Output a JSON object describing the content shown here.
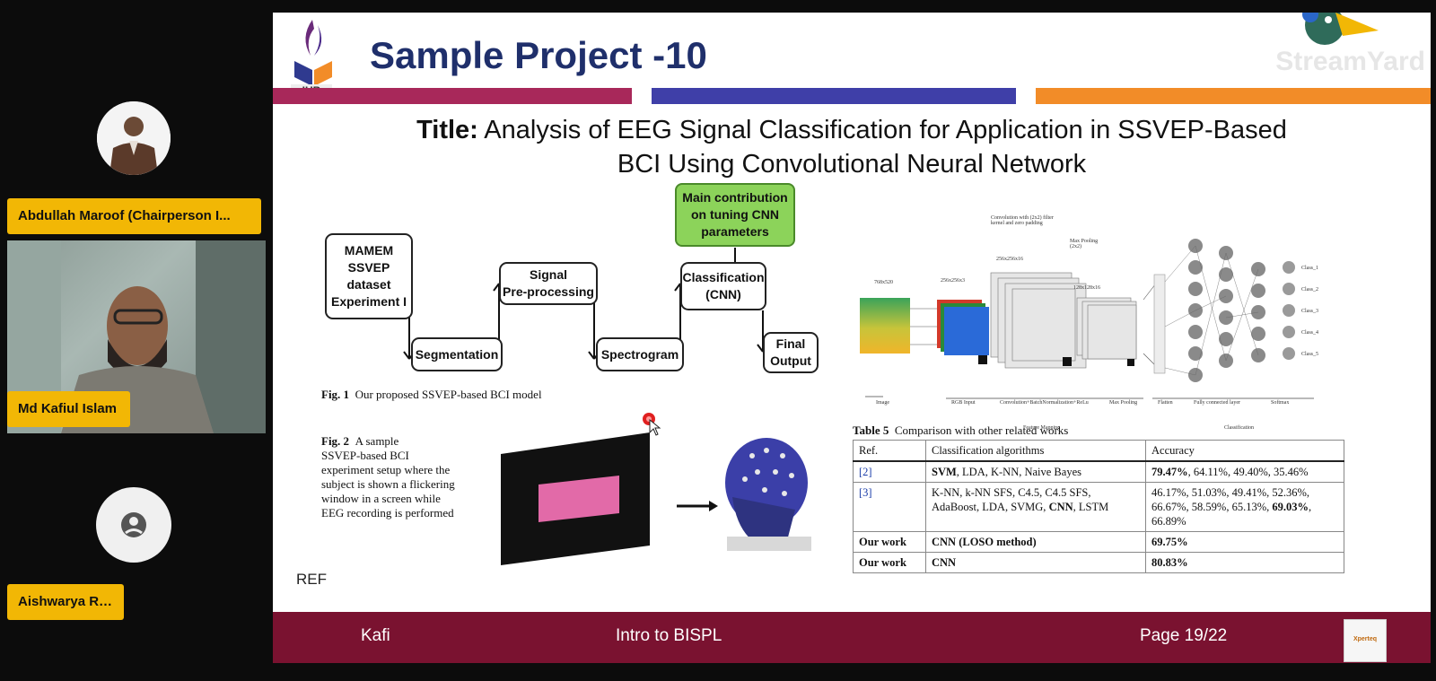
{
  "participants": [
    {
      "name": "Abdullah Maroof (Chairperson I..."
    },
    {
      "name": "Md Kafiul Islam"
    },
    {
      "name": "Aishwarya Roy"
    }
  ],
  "slide": {
    "title": "Sample Project -10",
    "logo_text": "IUB",
    "paper_title_label": "Title:",
    "paper_title_line1": "Analysis of EEG Signal Classification for Application in SSVEP-Based",
    "paper_title_line2": "BCI Using Convolutional Neural Network",
    "flowchart": {
      "dataset": [
        "MAMEM",
        "SSVEP",
        "dataset",
        "Experiment I"
      ],
      "segmentation": "Segmentation",
      "preprocessing": [
        "Signal",
        "Pre-processing"
      ],
      "spectrogram": "Spectrogram",
      "classification": [
        "Classification",
        "(CNN)"
      ],
      "final": [
        "Final",
        "Output"
      ],
      "contribution": [
        "Main contribution",
        "on tuning CNN",
        "parameters"
      ]
    },
    "fig1_label": "Fig. 1",
    "fig1_caption": "Our proposed SSVEP-based BCI model",
    "fig2_label": "Fig. 2",
    "fig2_caption": [
      "A sample",
      "SSVEP-based BCI",
      "experiment setup where the",
      "subject is shown a flickering",
      "window in a screen while",
      "EEG recording is performed"
    ],
    "network_labels": {
      "conv": "Convolution with (2x2) filter kernel and zero padding",
      "maxpool": "Max Pooling (2x2)",
      "size1": "256x256x16",
      "size2": "128x128x16",
      "size0": "256x256x3",
      "input_size": "768x520",
      "image": "Image",
      "rgb": "RGB Input",
      "conv_bn": "Convolution+BatchNormalization+ReLu",
      "maxpool2": "Max Pooling",
      "flatten": "Flatten",
      "fc": "Fully connected layer",
      "softmax": "Softmax",
      "feature_mapping": "Feature Mapping",
      "classification": "Classification",
      "classes": [
        "Class_1",
        "Class_2",
        "Class_3",
        "Class_4",
        "Class_5"
      ]
    },
    "table5": {
      "label": "Table 5",
      "caption": "Comparison with other related works",
      "headers": [
        "Ref.",
        "Classification algorithms",
        "Accuracy"
      ],
      "rows": [
        {
          "ref": "[2]",
          "algo_bold": "SVM",
          "algo_rest": ", LDA, K-NN, Naive Bayes",
          "acc_bold": "79.47%",
          "acc_rest": ", 64.11%, 49.40%, 35.46%"
        },
        {
          "ref": "[3]",
          "algo_pre": "K-NN, k-NN SFS, C4.5, C4.5 SFS, AdaBoost, LDA, SVMG, ",
          "algo_bold": "CNN",
          "algo_rest": ", LSTM",
          "acc_pre": "46.17%, 51.03%, 49.41%, 52.36%, 66.67%, 58.59%, 65.13%, ",
          "acc_bold": "69.03%",
          "acc_rest": ", 66.89%"
        },
        {
          "ref": "Our work",
          "algo": "CNN (LOSO method)",
          "acc": "69.75%"
        },
        {
          "ref": "Our work",
          "algo": "CNN",
          "acc": "80.83%"
        }
      ]
    },
    "ref_text": "REF",
    "footer": {
      "left": "Kafi",
      "center": "Intro to BISPL",
      "right": "Page 19/22"
    }
  },
  "branding": {
    "streamyard": "StreamYard",
    "corner_logo": "Xperteq"
  }
}
